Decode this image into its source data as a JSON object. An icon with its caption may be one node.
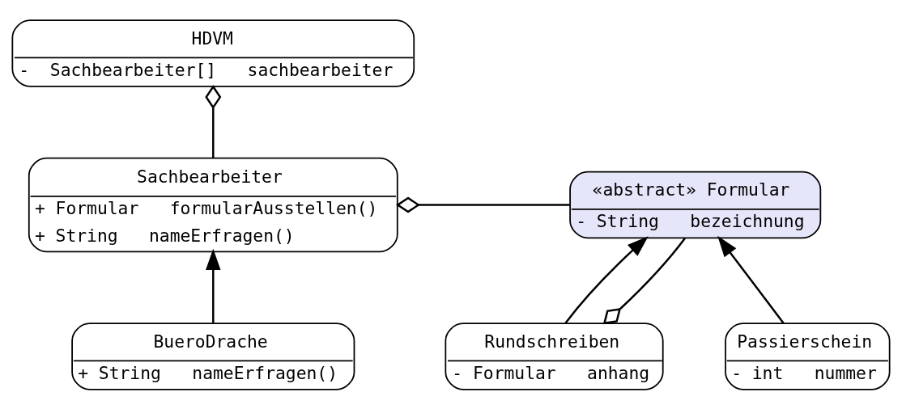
{
  "diagram": {
    "nodes": [
      {
        "text": [
          "HDVM",
          "-  Sachbearbeiter[]   sachbearbeiter"
        ]
      },
      {
        "text": [
          "«abstract» Formular",
          "- String   bezeichnung"
        ]
      },
      {
        "text": [
          "Sachbearbeiter",
          "+ Formular   formularAusstellen()",
          "+ String   nameErfragen()"
        ]
      },
      {
        "text": [
          "Passierschein",
          "- int   nummer"
        ]
      },
      {
        "text": [
          "Rundschreiben",
          "- Formular   anhang"
        ]
      },
      {
        "text": [
          "BueroDrache",
          "+ String   nameErfragen()"
        ]
      }
    ],
    "edges": [
      {
        "from": 2,
        "to": 0,
        "arrow": "other"
      },
      {
        "from": 1,
        "to": 2,
        "arrow": "other"
      },
      {
        "from": 3,
        "to": 1,
        "arrow": "to"
      },
      {
        "from": 1,
        "to": 4,
        "arrow": "other"
      },
      {
        "from": 4,
        "to": 1,
        "arrow": "to"
      },
      {
        "from": 5,
        "to": 2,
        "arrow": "to"
      }
    ]
  }
}
